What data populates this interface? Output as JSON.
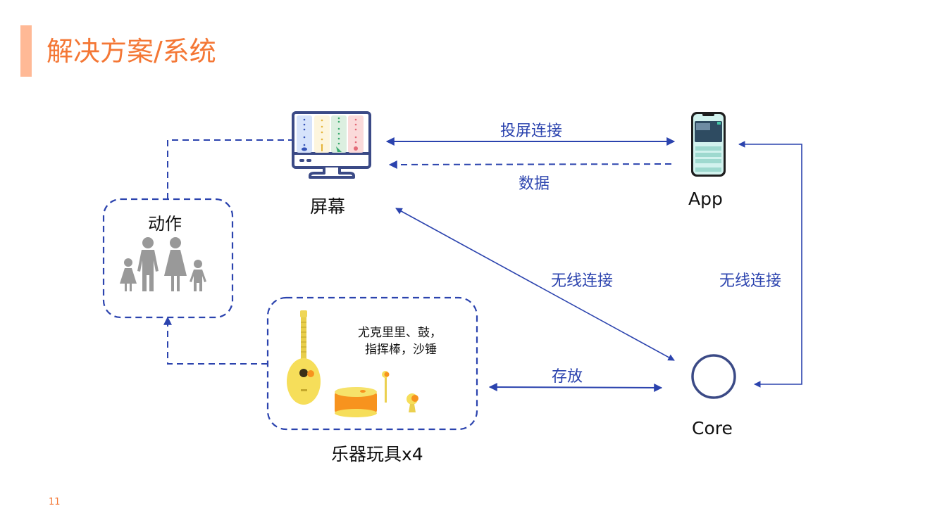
{
  "slide": {
    "title": "解决方案/系统",
    "page_number": "11",
    "colors": {
      "title": "#F47735",
      "accent_bar": "#FFB996",
      "connector": "#2B43AE",
      "core_circle": "#3B4A86",
      "people": "#999999",
      "toy_yellow": "#F6DE5A",
      "toy_orange": "#F7931E"
    }
  },
  "nodes": {
    "screen": {
      "label": "屏幕",
      "icon": "monitor-icon"
    },
    "app": {
      "label": "App",
      "icon": "smartphone-icon"
    },
    "core": {
      "label": "Core",
      "icon": "circle-icon"
    },
    "action": {
      "label": "动作",
      "icon": "family-icon"
    },
    "toys": {
      "label": "乐器玩具x4",
      "description_line1": "尤克里里、鼓，",
      "description_line2": "指挥棒，沙锤",
      "icons": [
        "ukulele-icon",
        "drum-icon",
        "baton-icon",
        "maraca-icon"
      ]
    }
  },
  "edges": [
    {
      "id": "screen-app-projection",
      "label": "投屏连接",
      "from": "screen",
      "to": "app",
      "style": "solid",
      "direction": "both"
    },
    {
      "id": "app-screen-data",
      "label": "数据",
      "from": "app",
      "to": "screen",
      "style": "dashed",
      "direction": "forward"
    },
    {
      "id": "screen-core-wireless",
      "label": "无线连接",
      "from": "screen",
      "to": "core",
      "style": "solid",
      "direction": "both"
    },
    {
      "id": "app-core-wireless",
      "label": "无线连接",
      "from": "core",
      "to": "app",
      "style": "solid",
      "direction": "both"
    },
    {
      "id": "toys-core-storage",
      "label": "存放",
      "from": "toys",
      "to": "core",
      "style": "solid",
      "direction": "both"
    },
    {
      "id": "action-screen",
      "label": "",
      "from": "action",
      "to": "screen",
      "style": "dashed",
      "direction": "none"
    },
    {
      "id": "toys-action",
      "label": "",
      "from": "toys",
      "to": "action",
      "style": "dashed",
      "direction": "forward"
    }
  ]
}
